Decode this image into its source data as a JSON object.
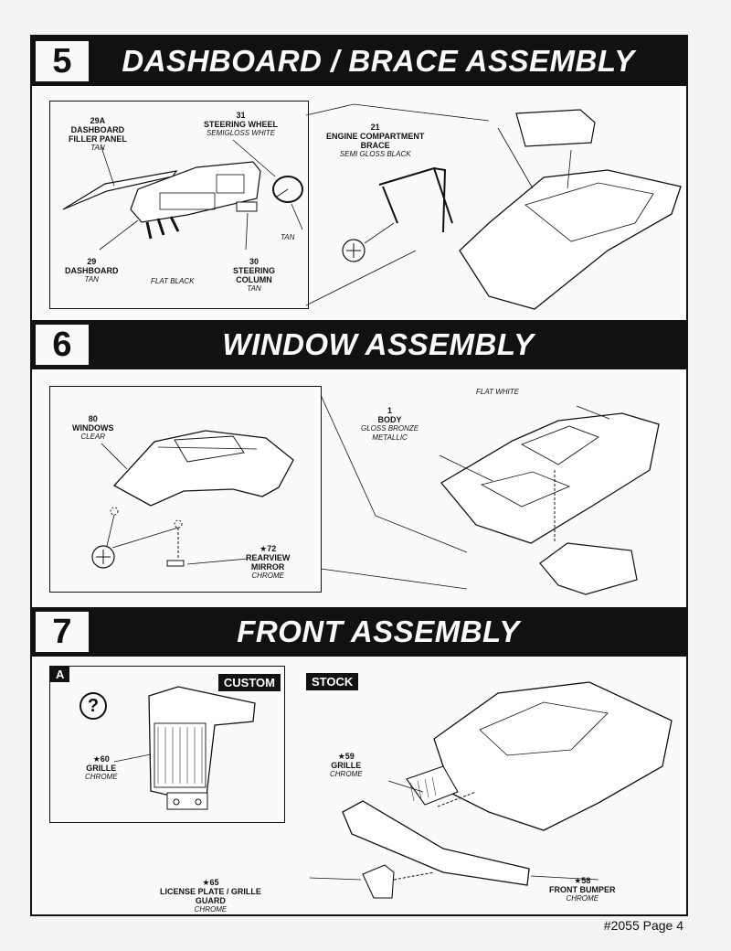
{
  "page_number": "#2055 Page 4",
  "steps": [
    {
      "number": "5",
      "title": "DASHBOARD / BRACE ASSEMBLY",
      "parts": [
        {
          "num": "29A",
          "name": "DASHBOARD\nFILLER PANEL",
          "color": "TAN"
        },
        {
          "num": "31",
          "name": "STEERING WHEEL",
          "color": "SEMIGLOSS WHITE"
        },
        {
          "num": "21",
          "name": "ENGINE COMPARTMENT\nBRACE",
          "color": "SEMI GLOSS BLACK"
        },
        {
          "num": "29",
          "name": "DASHBOARD",
          "color": "TAN"
        },
        {
          "num": "30",
          "name": "STEERING\nCOLUMN",
          "color": "TAN"
        }
      ],
      "notes": [
        "FLAT BLACK",
        "TAN"
      ]
    },
    {
      "number": "6",
      "title": "WINDOW ASSEMBLY",
      "parts": [
        {
          "num": "80",
          "name": "WINDOWS",
          "color": "CLEAR"
        },
        {
          "num": "★72",
          "name": "REARVIEW\nMIRROR",
          "color": "CHROME"
        },
        {
          "num": "1",
          "name": "BODY",
          "color": "GLOSS BRONZE\nMETALLIC"
        }
      ],
      "notes": [
        "FLAT WHITE"
      ]
    },
    {
      "number": "7",
      "title": "FRONT ASSEMBLY",
      "inset_letter": "A",
      "custom_label": "CUSTOM",
      "stock_label": "STOCK",
      "question": "?",
      "parts": [
        {
          "num": "★60",
          "name": "GRILLE",
          "color": "CHROME"
        },
        {
          "num": "★59",
          "name": "GRILLE",
          "color": "CHROME"
        },
        {
          "num": "★65",
          "name": "LICENSE PLATE / GRILLE\nGUARD",
          "color": "CHROME"
        },
        {
          "num": "★58",
          "name": "FRONT BUMPER",
          "color": "CHROME"
        }
      ]
    }
  ]
}
